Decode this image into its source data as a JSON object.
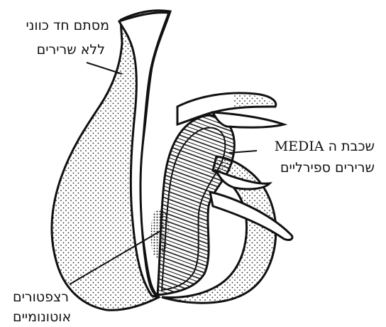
{
  "labels": {
    "sphincter_line1": "מסתם חד כווני",
    "sphincter_line2": "ללא שרירים",
    "media_prefix": "שכבת ה",
    "media_latin": "MEDIA",
    "media_line2": "שרירים ספירליים",
    "receptors_line1": "רצפטורים",
    "receptors_line2": "אוטונומיים"
  }
}
